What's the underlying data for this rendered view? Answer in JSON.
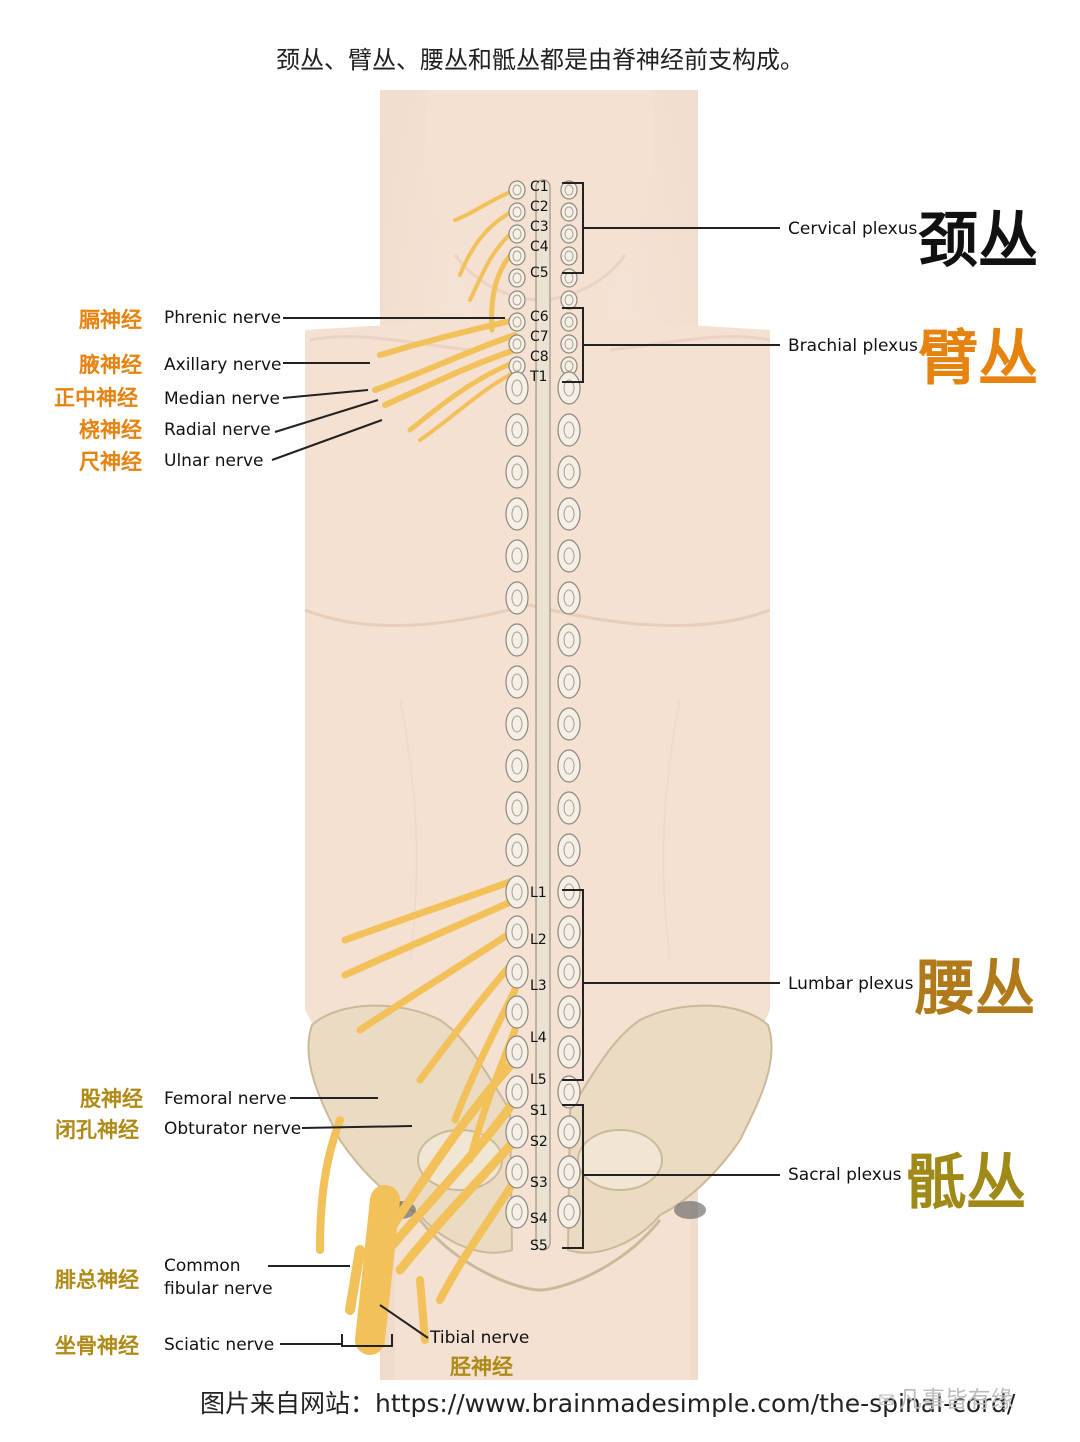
{
  "header": {
    "caption": "颈丛、臂丛、腰丛和骶丛都是由脊神经前支构成。"
  },
  "footer": {
    "source": "图片来自网站：https://www.brainmadesimple.com/the-spinal-cord/",
    "watermark": "凡事皆有缘"
  },
  "segments": {
    "cervical": [
      "C1",
      "C2",
      "C3",
      "C4",
      "C5",
      "C6",
      "C7",
      "C8"
    ],
    "thoracic": [
      "T1"
    ],
    "lumbar": [
      "L1",
      "L2",
      "L3",
      "L4",
      "L5"
    ],
    "sacral": [
      "S1",
      "S2",
      "S3",
      "S4",
      "S5"
    ]
  },
  "plexuses": [
    {
      "en": "Cervical plexus",
      "zh": "颈丛",
      "color": "#111111"
    },
    {
      "en": "Brachial plexus",
      "zh": "臂丛",
      "color": "#e6820e"
    },
    {
      "en": "Lumbar plexus",
      "zh": "腰丛",
      "color": "#b07a1a"
    },
    {
      "en": "Sacral plexus",
      "zh": "骶丛",
      "color": "#a08a17"
    }
  ],
  "nerves_upper": [
    {
      "en": "Phrenic nerve",
      "zh": "膈神经"
    },
    {
      "en": "Axillary nerve",
      "zh": "腋神经"
    },
    {
      "en": "Median nerve",
      "zh": "正中神经"
    },
    {
      "en": "Radial nerve",
      "zh": "桡神经"
    },
    {
      "en": "Ulnar nerve",
      "zh": "尺神经"
    }
  ],
  "nerves_lower": [
    {
      "en": "Femoral nerve",
      "zh": "股神经"
    },
    {
      "en": "Obturator nerve",
      "zh": "闭孔神经"
    },
    {
      "en_line1": "Common",
      "en_line2": "fibular nerve",
      "zh": "腓总神经"
    },
    {
      "en": "Sciatic nerve",
      "zh": "坐骨神经"
    },
    {
      "en": "Tibial nerve",
      "zh": "胫神经"
    }
  ],
  "colors": {
    "skin": "#f6e4d6",
    "skin_shade": "#efd3bf",
    "nerve": "#f2c15a",
    "bone": "#e9ddc8",
    "upper_label": "#e6820e",
    "lower_label": "#b08a16"
  }
}
